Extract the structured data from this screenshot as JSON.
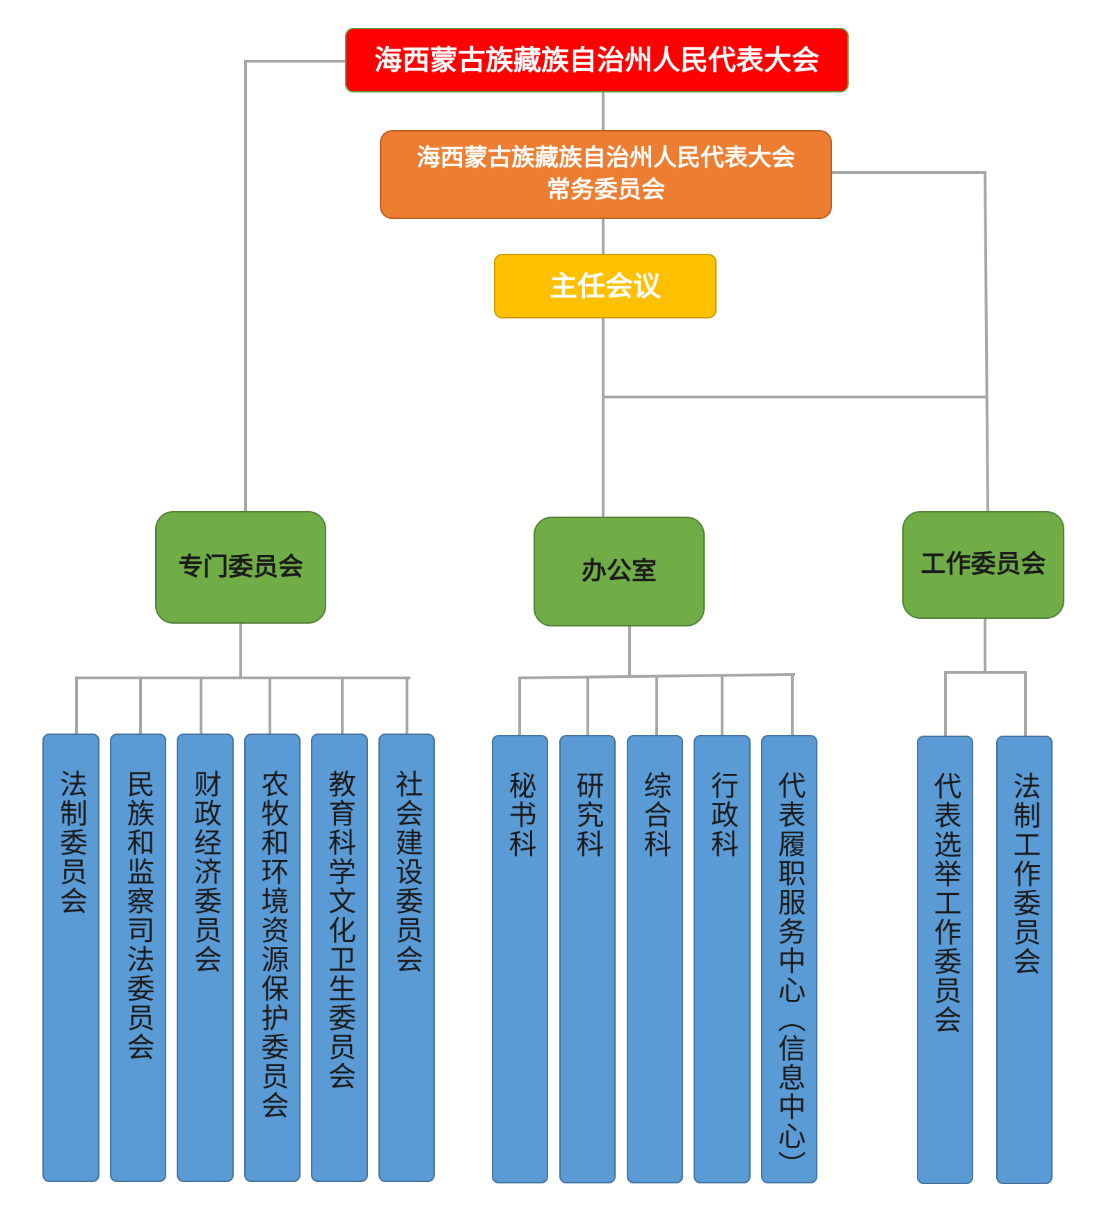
{
  "colors": {
    "top": "#ff0000",
    "standing_committee": "#ed7d31",
    "director_meeting": "#ffc000",
    "departments": "#70ad47",
    "units": "#5b9bd5",
    "connectors": "#a6a6a6"
  },
  "top": {
    "label": "海西蒙古族藏族自治州人民代表大会"
  },
  "standing_committee": {
    "line1": "海西蒙古族藏族自治州人民代表大会",
    "line2": "常务委员会"
  },
  "director_meeting": {
    "label": "主任会议"
  },
  "departments": [
    {
      "label": "专门委员会",
      "children": [
        "法制委员会",
        "民族和监察司法委员会",
        "财政经济委员会",
        "农牧和环境资源保护委员会",
        "教育科学文化卫生委员会",
        "社会建设委员会"
      ]
    },
    {
      "label": "办公室",
      "children": [
        "秘书科",
        "研究科",
        "综合科",
        "行政科",
        "代表履职服务中心（信息中心）"
      ]
    },
    {
      "label": "工作委员会",
      "children": [
        "代表选举工作委员会",
        "法制工作委员会"
      ]
    }
  ]
}
